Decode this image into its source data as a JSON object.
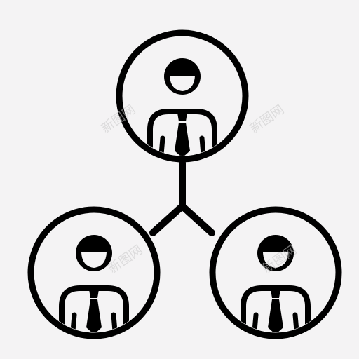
{
  "icon": {
    "name": "team-hierarchy-icon",
    "stroke_color": "#000000",
    "fill_color": "#000000",
    "background_color": "#f4f3f4"
  },
  "people": [
    {
      "id": "top",
      "icon": "businessman-icon"
    },
    {
      "id": "left",
      "icon": "businessman-icon"
    },
    {
      "id": "right",
      "icon": "businessman-icon"
    }
  ],
  "watermark": {
    "text": "新图网",
    "color": "#c9c9c9"
  }
}
